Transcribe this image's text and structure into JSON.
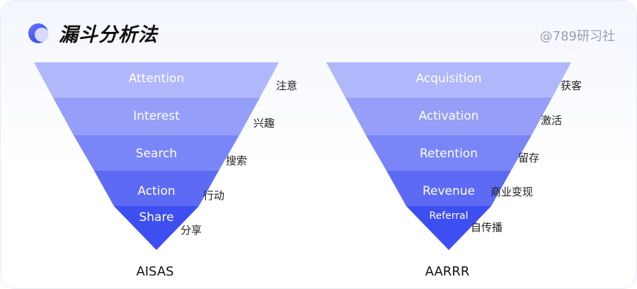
{
  "header": {
    "title": "漏斗分析法",
    "watermark": "@789研习社",
    "logo_icon": "half-moon-icon"
  },
  "colors": {
    "level_1": "#b0b8fb",
    "level_2": "#959ff9",
    "level_3": "#7a86f7",
    "level_4": "#5d6bf4",
    "level_5": "#3e4ff1"
  },
  "funnels": [
    {
      "name": "AISAS",
      "stages": [
        {
          "label": "Attention",
          "side": "注意"
        },
        {
          "label": "Interest",
          "side": "兴趣"
        },
        {
          "label": "Search",
          "side": "搜索"
        },
        {
          "label": "Action",
          "side": "行动"
        },
        {
          "label": "Share",
          "side": "分享"
        }
      ]
    },
    {
      "name": "AARRR",
      "stages": [
        {
          "label": "Acquisition",
          "side": "获客"
        },
        {
          "label": "Activation",
          "side": "激活"
        },
        {
          "label": "Retention",
          "side": "留存"
        },
        {
          "label": "Revenue",
          "side": "商业变现"
        },
        {
          "label": "Referral",
          "side": "自传播"
        }
      ]
    }
  ]
}
